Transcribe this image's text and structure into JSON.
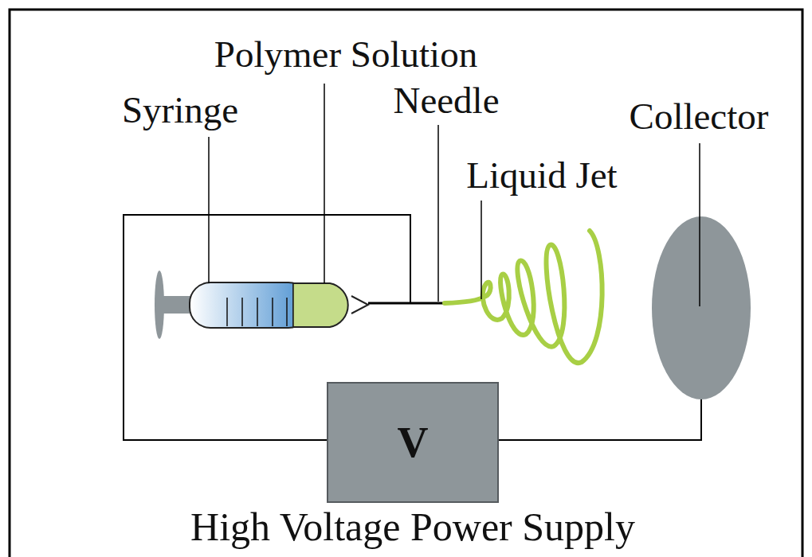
{
  "diagram": {
    "nodes": [
      {
        "text": [
          "V",
          "High Voltage Power Supply"
        ]
      }
    ],
    "labels": [
      "Polymer Solution",
      "Syringe",
      "Needle",
      "Collector",
      "Liquid Jet"
    ]
  }
}
